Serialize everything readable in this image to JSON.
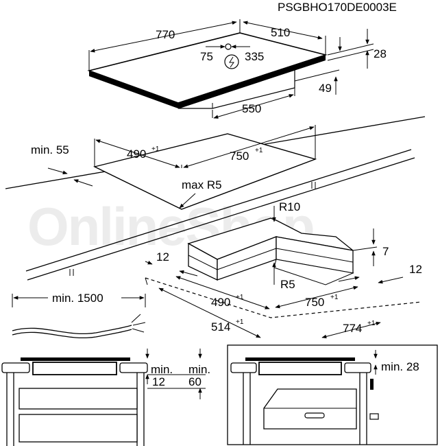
{
  "code": "PSGBHO170DE0003E",
  "watermark": "OnlineShop",
  "hob": {
    "width": "770",
    "depth": "510",
    "thickness": "28",
    "cable_offset": "75",
    "cable_pos": "335",
    "under_depth": "49",
    "under_width": "550"
  },
  "cutout": {
    "min_edge": "min. 55",
    "depth": "490",
    "depth_tol": "+1",
    "width": "750",
    "width_tol": "+1",
    "radius": "max R5"
  },
  "frame": {
    "outer_radius": "R10",
    "height": "7",
    "inner_radius": "R5",
    "left_margin": "12",
    "right_margin": "12",
    "inner_depth": "490",
    "inner_depth_tol": "+1",
    "inner_width": "750",
    "inner_width_tol": "+1",
    "outer_depth": "514",
    "outer_depth_tol": "+1",
    "outer_width": "774",
    "outer_width_tol": "+1"
  },
  "cable": {
    "length": "min. 1500"
  },
  "install_left": {
    "min_label_a": "min.",
    "val_a": "12",
    "min_label_b": "min.",
    "val_b": "60"
  },
  "install_right": {
    "min_label": "min. 28"
  }
}
